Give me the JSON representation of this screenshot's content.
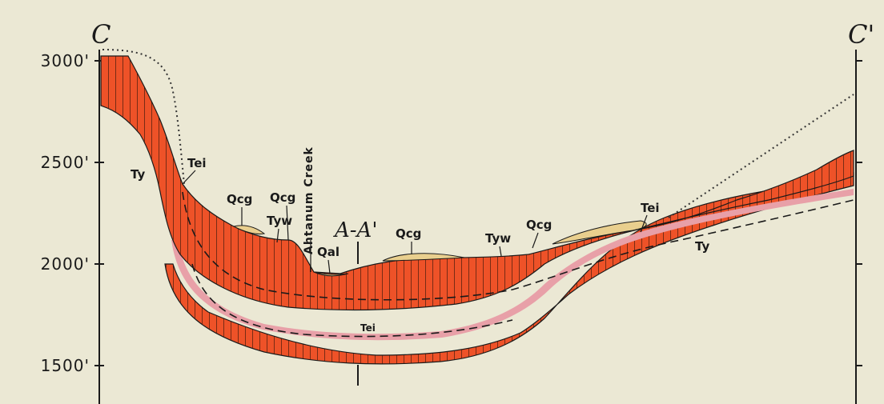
{
  "section": {
    "left_letter": "C",
    "right_letter": "C'",
    "mid_label": "A-A'"
  },
  "elevation_ticks": [
    "3000'",
    "2500'",
    "2000'",
    "1500'"
  ],
  "units": {
    "ty_left": "Ty",
    "tei_left": "Tei",
    "qcg_1": "Qcg",
    "qcg_2": "Qcg",
    "tyw_1": "Tyw",
    "creek": "Ahtanum Creek",
    "qal": "Qal",
    "qcg_3": "Qcg",
    "tyw_2": "Tyw",
    "qcg_4": "Qcg",
    "tei_right": "Tei",
    "ty_right": "Ty",
    "tei_center": "Tei"
  },
  "colors": {
    "background": "#ebe8d4",
    "basalt": "#ee5228",
    "basalt_light": "#f27a4a",
    "interbed": "#e8a0a8",
    "alluvium": "#e9cf8e",
    "ink": "#1a1a1a"
  }
}
